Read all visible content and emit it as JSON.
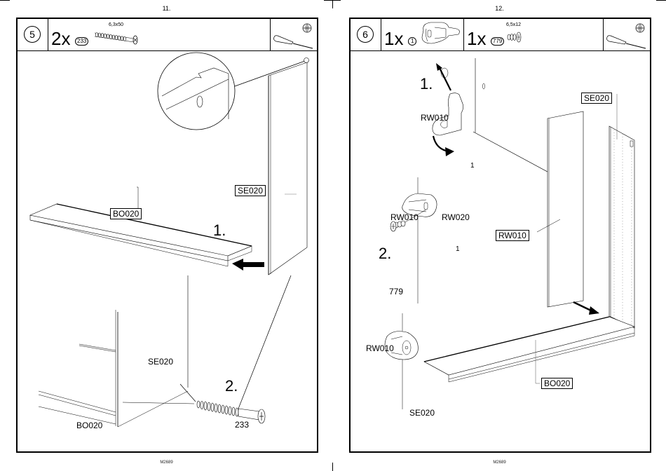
{
  "pages": [
    {
      "page_number": "11.",
      "step": "5",
      "header": {
        "parts": [
          {
            "quantity": "2x",
            "part_id": "233",
            "dimension": "6,3x50",
            "icon": "screw-icon"
          }
        ],
        "tool_icon": "phillips-screwdriver-icon"
      },
      "substeps": [
        "1.",
        "2."
      ],
      "labels": {
        "se020_boxed": "SE020",
        "bo020_boxed": "BO020",
        "se020_plain": "SE020",
        "bo020_plain": "BO020",
        "screw_233": "233"
      },
      "footer": "M2689"
    },
    {
      "page_number": "12.",
      "step": "6",
      "header": {
        "parts": [
          {
            "quantity": "1x",
            "part_id": "1",
            "dimension": "",
            "icon": "shelf-bracket-icon"
          },
          {
            "quantity": "1x",
            "part_id": "779",
            "dimension": "6,5x12",
            "icon": "short-screw-icon"
          }
        ],
        "tool_icon": "phillips-screwdriver-icon"
      },
      "substeps": [
        "1.",
        "2."
      ],
      "labels": {
        "rw010_top": "RW010",
        "bracket_1_top": "1",
        "rw010_mid": "RW010",
        "rw020_mid": "RW020",
        "bracket_1_mid": "1",
        "screw_779": "779",
        "rw010_bottom": "RW010",
        "se020_bottom": "SE020",
        "se020_boxed": "SE020",
        "rw010_boxed": "RW010",
        "bo020_boxed": "BO020"
      },
      "footer": "M2689"
    }
  ]
}
